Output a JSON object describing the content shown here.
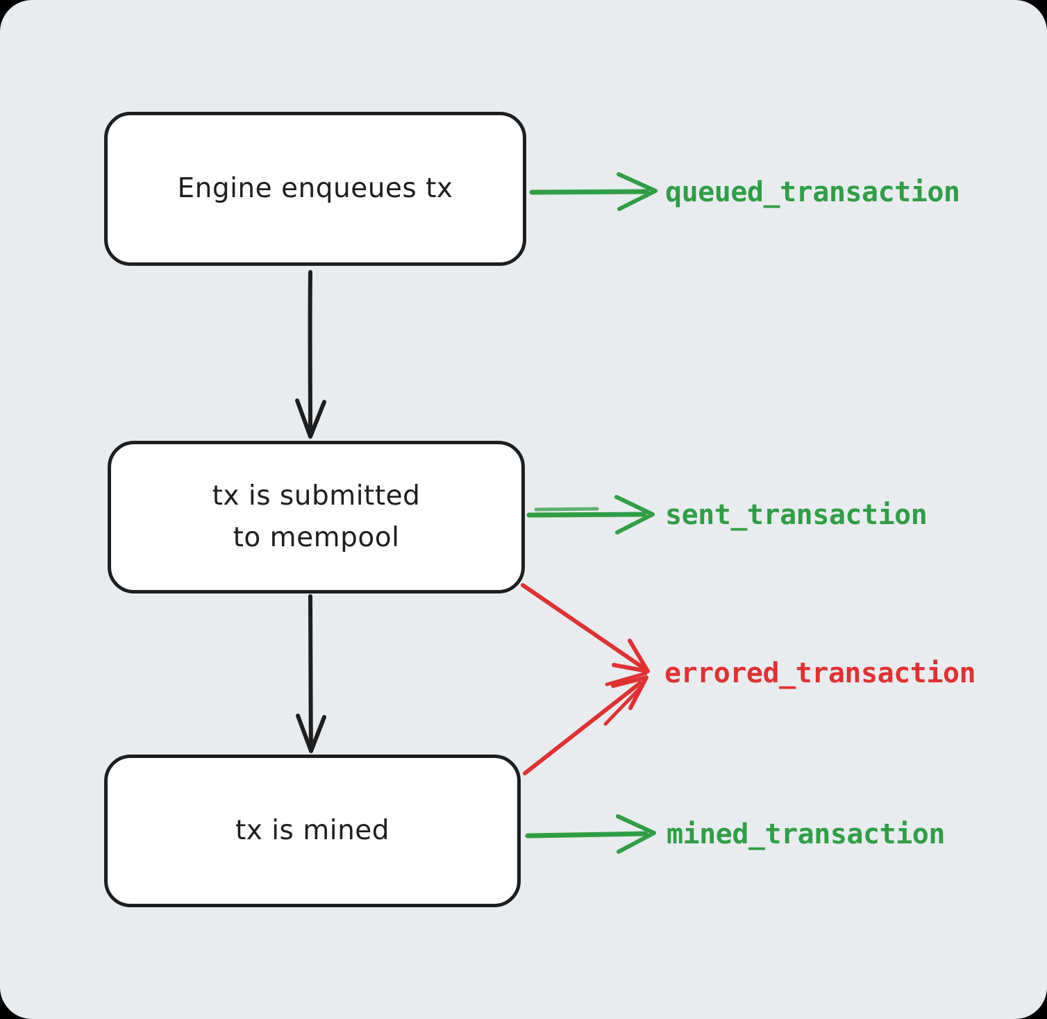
{
  "diagram": {
    "type": "flowchart",
    "theme": {
      "outer_background": "#000000",
      "canvas_background": "#e9ecef",
      "node_fill": "#ffffff",
      "node_stroke": "#1e1e1e",
      "flow_arrow_color": "#1e1e1e",
      "success_color": "#2f9e44",
      "error_color": "#e03131"
    },
    "nodes": [
      {
        "id": "enqueue",
        "label": "Engine enqueues tx"
      },
      {
        "id": "submit",
        "label_line1": "tx is submitted",
        "label_line2": "to mempool"
      },
      {
        "id": "mine",
        "label": "tx is mined"
      }
    ],
    "flows": [
      {
        "from": "enqueue",
        "to": "submit"
      },
      {
        "from": "submit",
        "to": "mine"
      }
    ],
    "events": [
      {
        "name": "queued_transaction",
        "type": "success",
        "from": "enqueue"
      },
      {
        "name": "sent_transaction",
        "type": "success",
        "from": "submit"
      },
      {
        "name": "errored_transaction",
        "type": "error",
        "from": "submit + mine"
      },
      {
        "name": "mined_transaction",
        "type": "success",
        "from": "mine"
      }
    ]
  }
}
